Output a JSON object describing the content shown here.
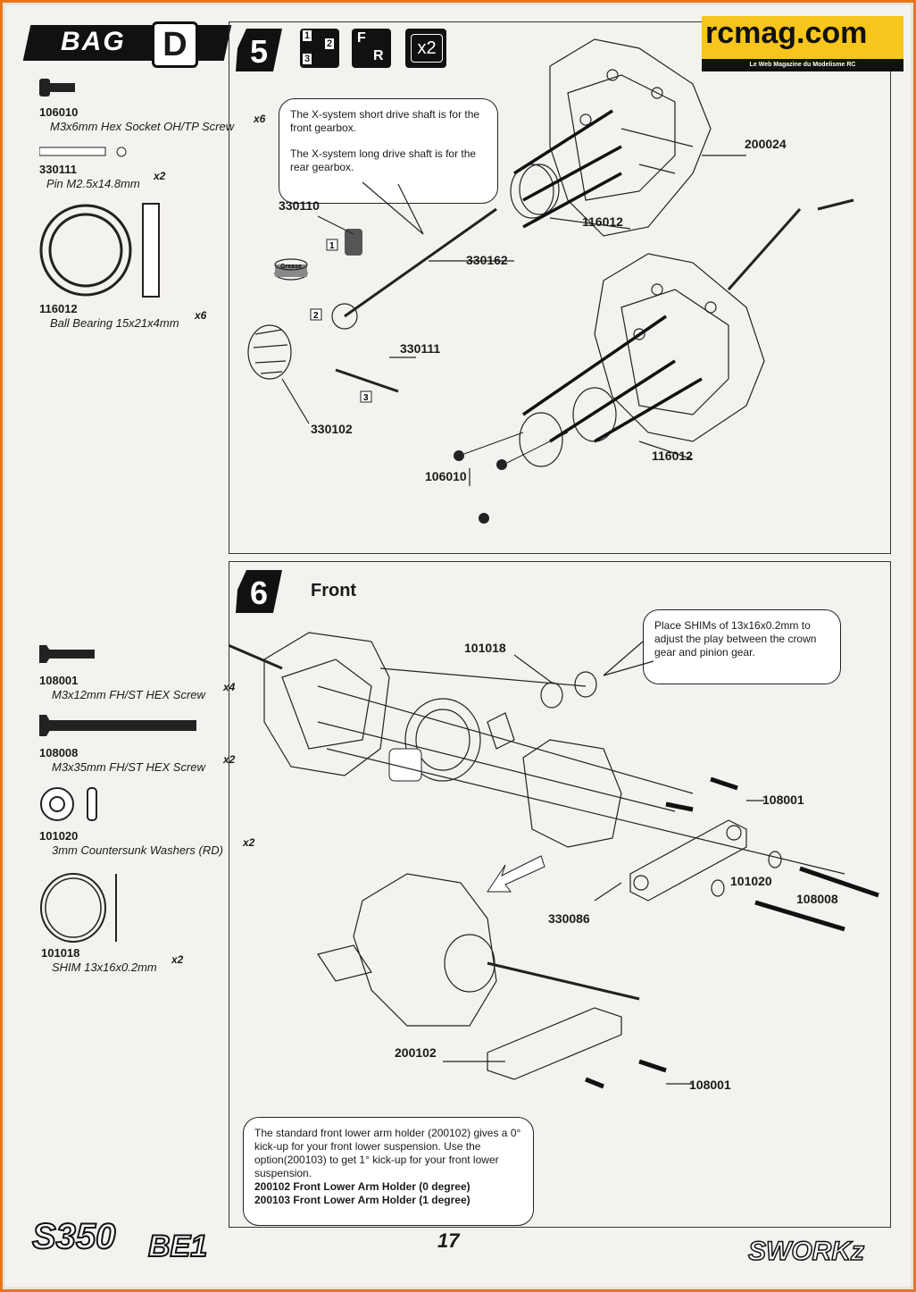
{
  "bag": {
    "label": "BAG",
    "letter": "D"
  },
  "parts": [
    {
      "number": "106010",
      "desc": "M3x6mm Hex Socket OH/TP Screw",
      "qty": "x6"
    },
    {
      "number": "330111",
      "desc": "Pin M2.5x14.8mm",
      "qty": "x2"
    },
    {
      "number": "116012",
      "desc": "Ball Bearing 15x21x4mm",
      "qty": "x6"
    },
    {
      "number": "108001",
      "desc": "M3x12mm FH/ST HEX Screw",
      "qty": "x4"
    },
    {
      "number": "108008",
      "desc": "M3x35mm FH/ST HEX Screw",
      "qty": "x2"
    },
    {
      "number": "101020",
      "desc": "3mm Countersunk Washers (RD)",
      "qty": "x2"
    },
    {
      "number": "101018",
      "desc": "SHIM 13x16x0.2mm",
      "qty": "x2"
    }
  ],
  "step5": {
    "number": "5",
    "icons": {
      "order_a": "1",
      "order_b": "2",
      "order_c": "3",
      "fr_f": "F",
      "fr_r": "R",
      "times": "x2"
    },
    "callout_1": "The X-system short drive shaft is for the front gearbox.",
    "callout_2": "The X-system long drive shaft is for the rear gearbox.",
    "labels": {
      "l1": "200024",
      "l2": "116012",
      "l3": "330110",
      "l4": "330162",
      "l5": "330111",
      "l6": "330102",
      "l7": "106010",
      "l8": "116012"
    },
    "markers": {
      "m1": "1",
      "m2": "2",
      "m3": "3"
    },
    "grease": "Grease"
  },
  "step6": {
    "number": "6",
    "title": "Front",
    "callout": "Place SHIMs of 13x16x0.2mm to adjust the play between the crown gear and pinion gear.",
    "labels": {
      "l1": "101018",
      "l2": "108001",
      "l3": "101020",
      "l4": "108008",
      "l5": "330086",
      "l6": "200102",
      "l7": "108001"
    },
    "note": "The standard front lower arm holder (200102) gives a 0° kick-up for your front lower suspension. Use the option(200103) to get 1° kick-up for your front lower suspension.",
    "note_b1": "200102 Front Lower Arm Holder (0 degree)",
    "note_b2": "200103 Front Lower Arm Holder (1 degree)"
  },
  "logo": {
    "name": "rcmag.com",
    "tagline": "Le Web Magazine du Modelisme RC"
  },
  "page_number": "17",
  "model": "S350",
  "model_sub": "BE1",
  "brand": "SWORKz"
}
